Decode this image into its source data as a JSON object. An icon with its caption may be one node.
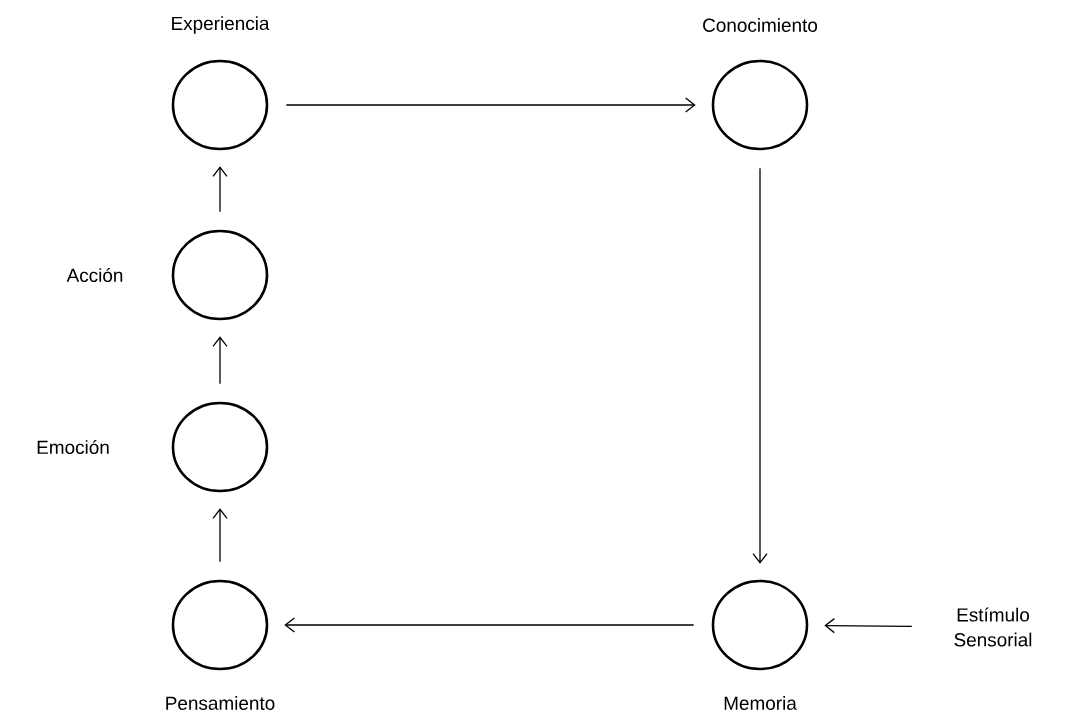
{
  "diagram": {
    "nodes": [
      {
        "text": [
          "Experiencia"
        ]
      },
      {
        "text": [
          "Conocimiento"
        ]
      },
      {
        "text": [
          "Acción"
        ]
      },
      {
        "text": [
          "Emoción"
        ]
      },
      {
        "text": [
          "Pensamiento"
        ]
      },
      {
        "text": [
          "Memoria"
        ]
      },
      {
        "text": [
          "Estímulo Sensorial"
        ]
      }
    ],
    "edges": [
      {
        "from": 0,
        "to": 1,
        "arrow": "to"
      },
      {
        "from": 1,
        "to": 5,
        "arrow": "to"
      },
      {
        "from": 5,
        "to": 4,
        "arrow": "to"
      },
      {
        "from": 4,
        "to": 3,
        "arrow": "to"
      },
      {
        "from": 3,
        "to": 2,
        "arrow": "to"
      },
      {
        "from": 2,
        "to": 0,
        "arrow": "to"
      },
      {
        "from": 6,
        "to": 5,
        "arrow": "to"
      }
    ]
  }
}
